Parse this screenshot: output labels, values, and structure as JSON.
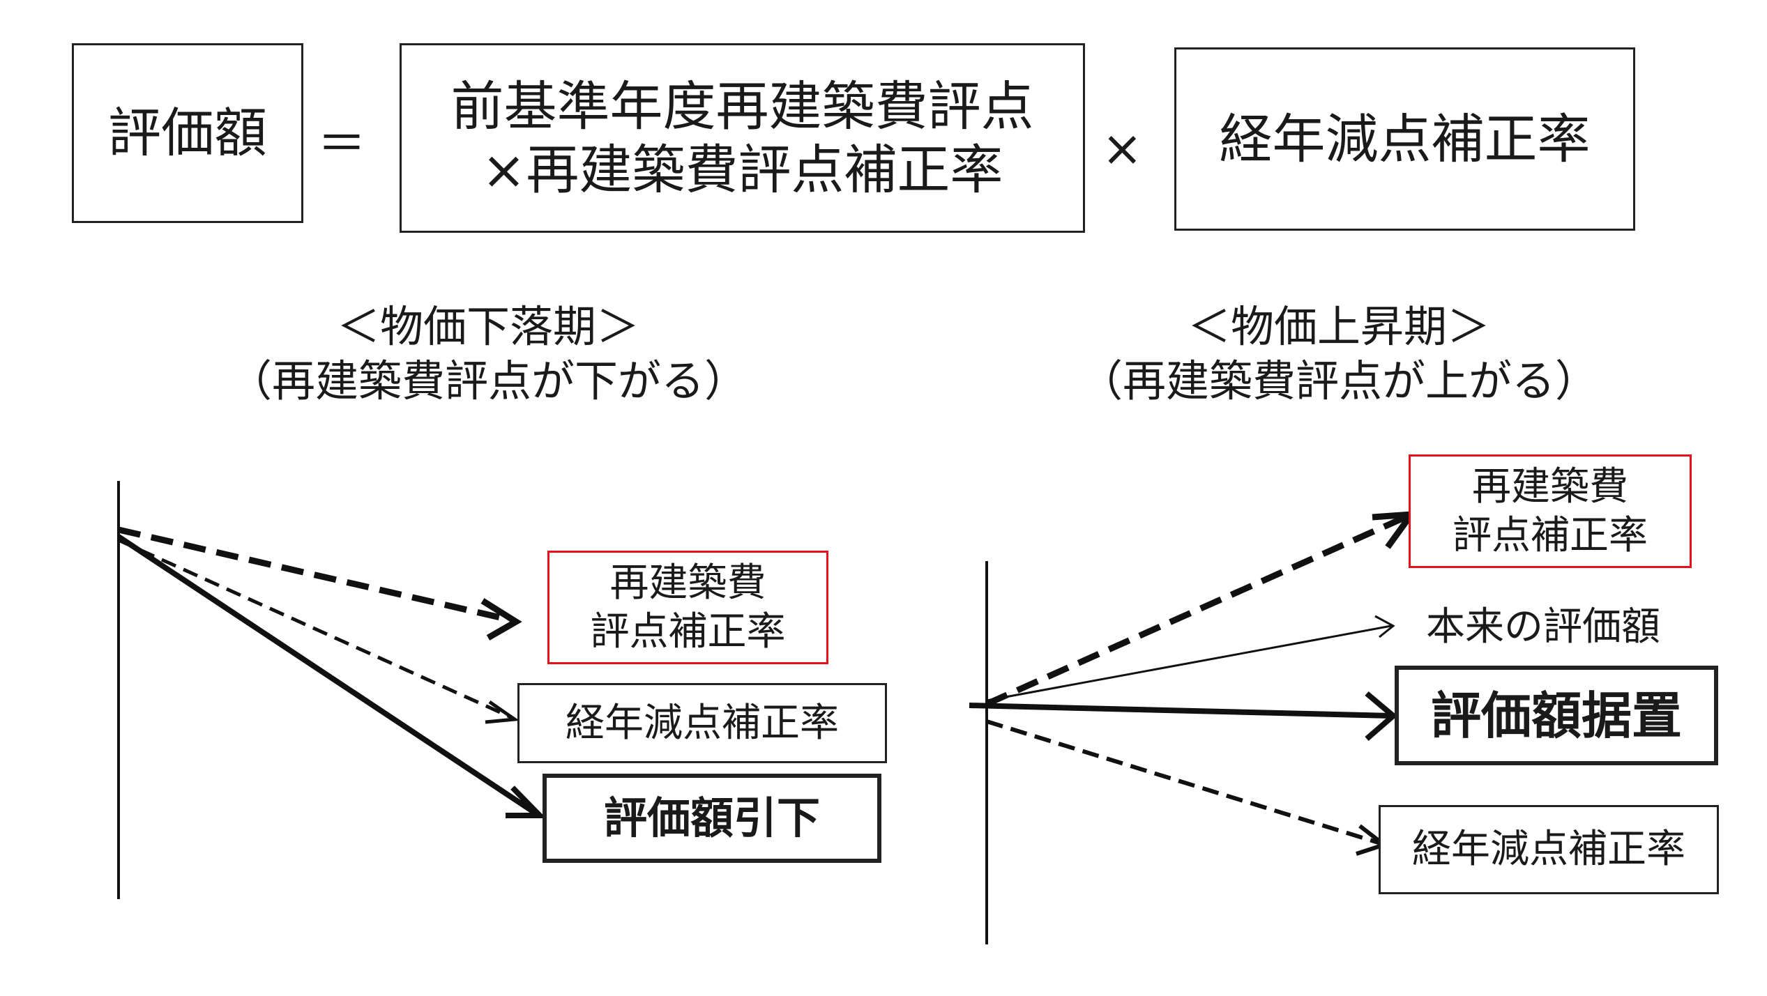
{
  "formula": {
    "lhs": "評価額",
    "equals": "＝",
    "term1_line1": "前基準年度再建築費評点",
    "term1_line2": "×再建築費評点補正率",
    "times": "×",
    "term2": "経年減点補正率"
  },
  "left_panel": {
    "title": "＜物価下落期＞",
    "subtitle": "（再建築費評点が下がる）",
    "box_rebuild_line1": "再建築費",
    "box_rebuild_line2": "評点補正率",
    "box_aging": "経年減点補正率",
    "box_result": "評価額引下"
  },
  "right_panel": {
    "title": "＜物価上昇期＞",
    "subtitle": "（再建築費評点が上がる）",
    "box_rebuild_line1": "再建築費",
    "box_rebuild_line2": "評点補正率",
    "label_original": "本来の評価額",
    "box_result": "評価額据置",
    "box_aging": "経年減点補正率"
  },
  "colors": {
    "line": "#111111",
    "red_box": "#e8101a"
  }
}
